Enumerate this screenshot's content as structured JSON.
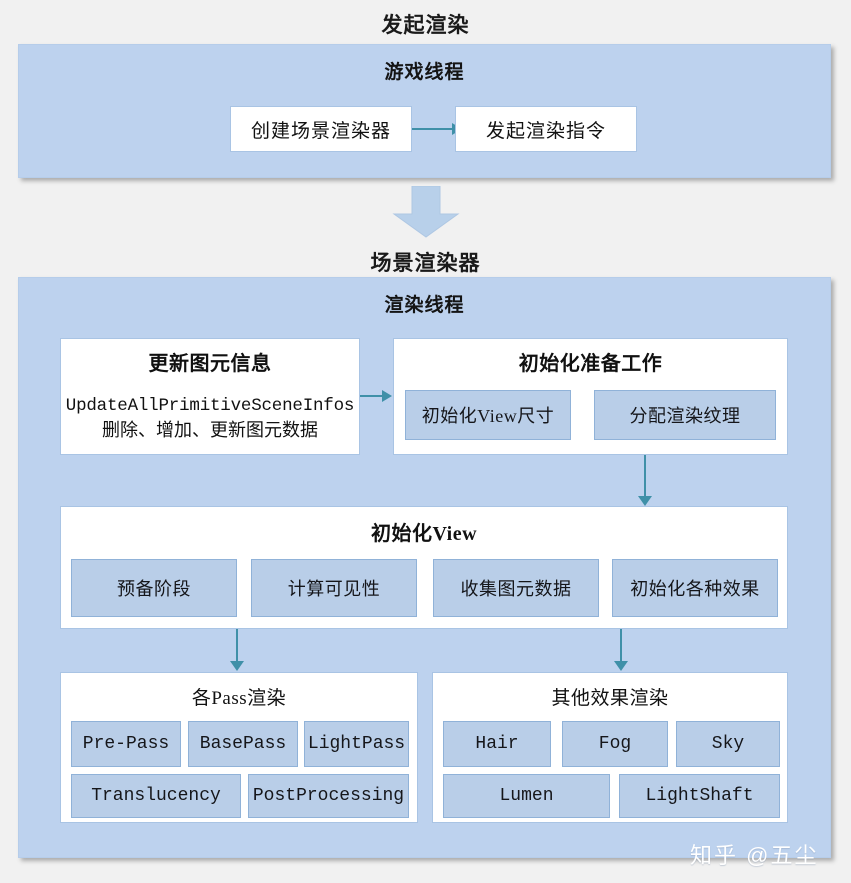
{
  "diagram": {
    "sections": [
      {
        "title": "发起渲染",
        "panel_title": "游戏线程"
      },
      {
        "title": "场景渲染器",
        "panel_title": "渲染线程"
      }
    ]
  },
  "game_thread": {
    "nodes": [
      {
        "label": "创建场景渲染器"
      },
      {
        "label": "发起渲染指令"
      }
    ],
    "connector": "arrow-right-icon"
  },
  "flow_arrow": {
    "name": "big-down-arrow-icon",
    "color": "#b8d0ea"
  },
  "render_thread": {
    "update_primitives": {
      "title": "更新图元信息",
      "line1": "UpdateAllPrimitiveSceneInfos",
      "line2": "删除、增加、更新图元数据"
    },
    "init_prepare": {
      "title": "初始化准备工作",
      "chips": [
        {
          "label": "初始化View尺寸"
        },
        {
          "label": "分配渲染纹理"
        }
      ]
    },
    "init_view": {
      "title": "初始化View",
      "chips": [
        {
          "label": "预备阶段"
        },
        {
          "label": "计算可见性"
        },
        {
          "label": "收集图元数据"
        },
        {
          "label": "初始化各种效果"
        }
      ]
    },
    "pass_render": {
      "title": "各Pass渲染",
      "row1": [
        {
          "label": "Pre-Pass"
        },
        {
          "label": "BasePass"
        },
        {
          "label": "LightPass"
        }
      ],
      "row2": [
        {
          "label": "Translucency"
        },
        {
          "label": "PostProcessing"
        }
      ]
    },
    "other_effects": {
      "title": "其他效果渲染",
      "row1": [
        {
          "label": "Hair"
        },
        {
          "label": "Fog"
        },
        {
          "label": "Sky"
        }
      ],
      "row2": [
        {
          "label": "Lumen"
        },
        {
          "label": "LightShaft"
        }
      ]
    }
  },
  "watermark": {
    "text": "知乎 @五尘"
  },
  "colors": {
    "panel_fill": "#bdd2ee",
    "chip_fill": "#b9cee8",
    "chip_border": "#90b2d8",
    "connector": "#3f90a8",
    "background": "#f1f1f1",
    "box_border": "#a9c4e4"
  }
}
